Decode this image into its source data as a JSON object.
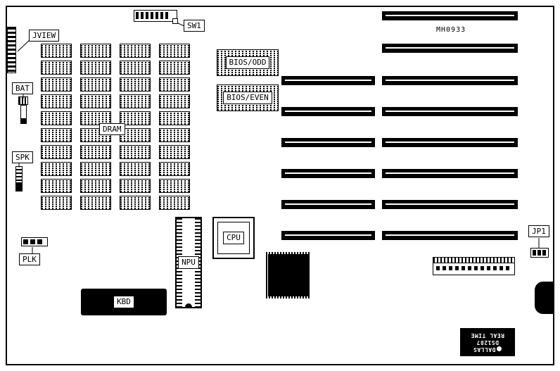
{
  "board": {
    "id_text": "MH0933",
    "labels": {
      "jview": "JVIEW",
      "bat": "BAT",
      "spk": "SPK",
      "plk": "PLK",
      "kbd": "KBD",
      "dram": "DRAM",
      "sw1": "SW1",
      "bios_odd": "BIOS/ODD",
      "bios_even": "BIOS/EVEN",
      "cpu": "CPU",
      "npu": "NPU",
      "jp1": "JP1"
    },
    "rtc_chip": {
      "brand": "DALLAS",
      "model": "DS1287",
      "type": "REAL TIME"
    },
    "dram_grid": {
      "columns": 4,
      "rows": 10
    },
    "slots": {
      "left_column": 6,
      "right_column": 8
    },
    "bottom_header_pins": 12,
    "jp1_pins": 3
  }
}
